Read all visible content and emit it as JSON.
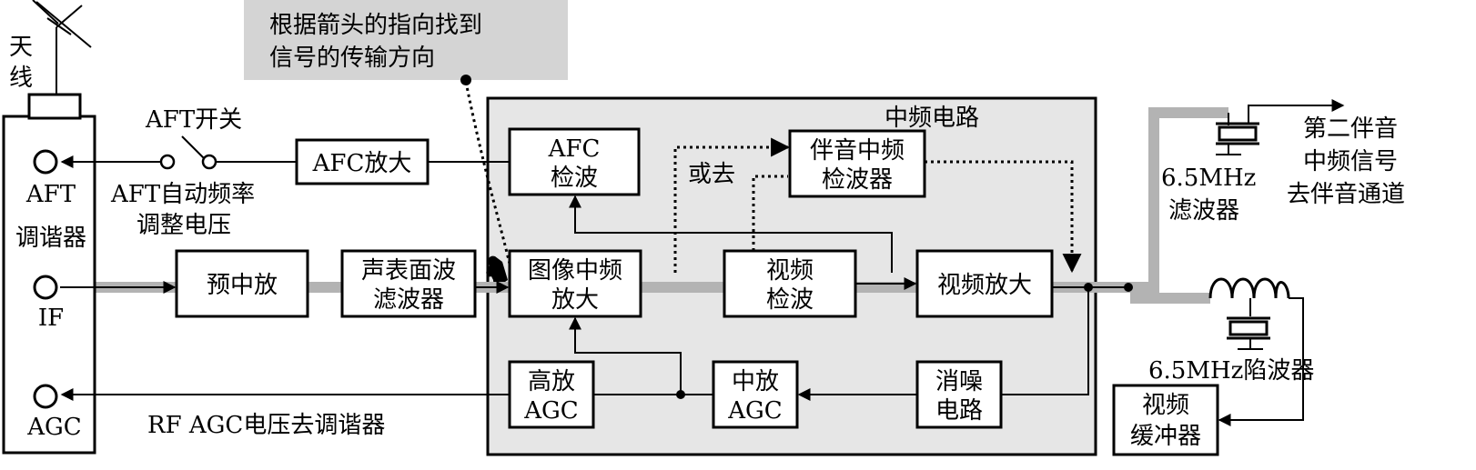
{
  "colors": {
    "panel": "#e6e6e6",
    "signal_path": "#b3b3b3",
    "note_bg": "#d4d4d4",
    "line": "#000000"
  },
  "labels": {
    "antenna": [
      "天",
      "线"
    ],
    "note": [
      "根据箭头的指向找到",
      "信号的传输方向"
    ],
    "panel_title": "中频电路",
    "aft_switch": "AFT开关",
    "aft_voltage": [
      "AFT自动频率",
      "调整电压"
    ],
    "tuner": [
      "AFT",
      "调谐器"
    ],
    "if_port": "IF",
    "agc_port": "AGC",
    "rf_agc": "RF AGC电压去调谐器",
    "or_go": "或去",
    "filter_65": [
      "6.5MHz",
      "滤波器"
    ],
    "trap_65": "6.5MHz陷波器",
    "second_sound": [
      "第二伴音",
      "中频信号",
      "去伴音通道"
    ]
  },
  "blocks": {
    "afc_amp": [
      "AFC放大"
    ],
    "afc_det": [
      "AFC",
      "检波"
    ],
    "sound_if_det": [
      "伴音中频",
      "检波器"
    ],
    "pre_if_amp": [
      "预中放"
    ],
    "saw_filter": [
      "声表面波",
      "滤波器"
    ],
    "image_if_amp": [
      "图像中频",
      "放大"
    ],
    "video_det": [
      "视频",
      "检波"
    ],
    "video_amp": [
      "视频放大"
    ],
    "hi_agc": [
      "高放",
      "AGC"
    ],
    "mid_agc": [
      "中放",
      "AGC"
    ],
    "noise_canceller": [
      "消噪",
      "电路"
    ],
    "video_buffer": [
      "视频",
      "缓冲器"
    ]
  }
}
